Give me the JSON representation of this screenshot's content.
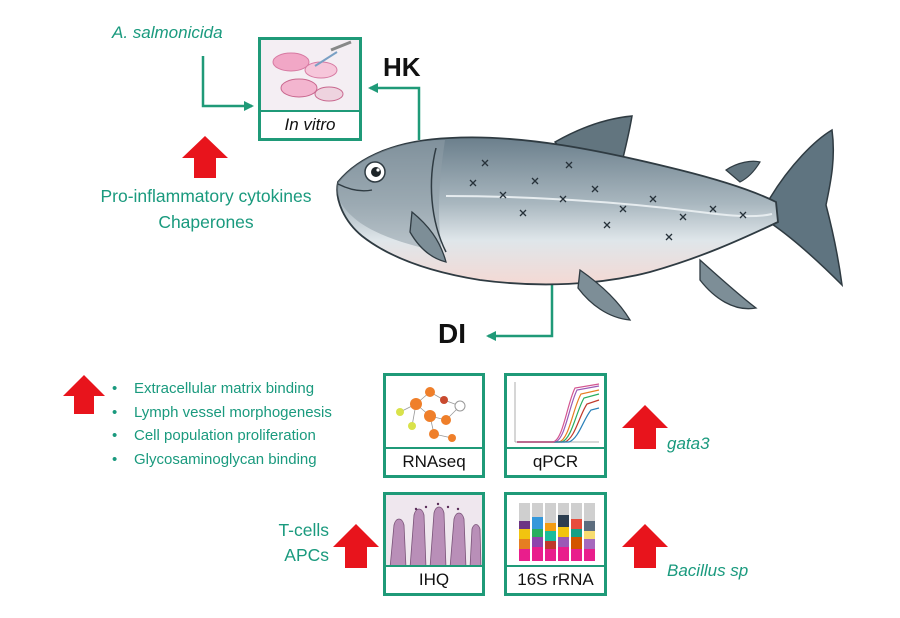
{
  "pathogen": "A. salmonicida",
  "boxes": {
    "invitro": "In vitro",
    "rnaseq": "RNAseq",
    "qpcr": "qPCR",
    "ihq": "IHQ",
    "rrna": "16S rRNA"
  },
  "tissues": {
    "hk": "HK",
    "di": "DI"
  },
  "hk_response": {
    "line1": "Pro-inflammatory cytokines",
    "line2": "Chaperones"
  },
  "go_terms": [
    "Extracellular matrix binding",
    "Lymph vessel morphogenesis",
    "Cell population proliferation",
    "Glycosaminoglycan binding"
  ],
  "gene": "gata3",
  "cells": {
    "line1": "T-cells",
    "line2": "APCs"
  },
  "bacteria": "Bacillus sp",
  "colors": {
    "accent": "#1f9a78",
    "arrow": "#e8141c"
  }
}
